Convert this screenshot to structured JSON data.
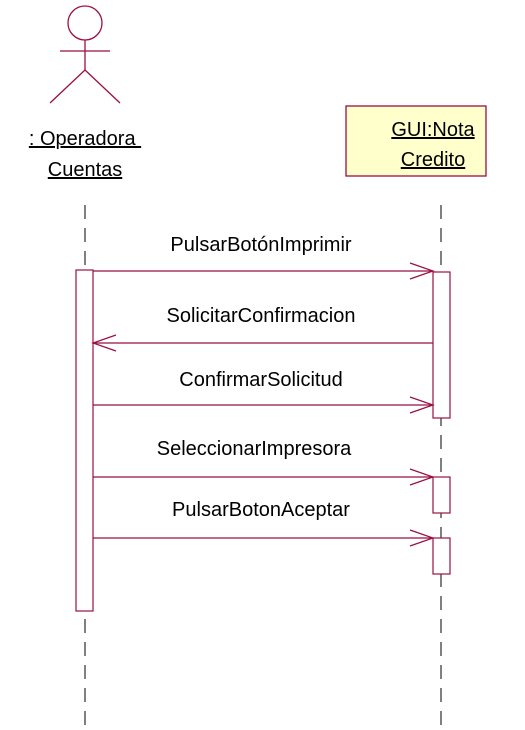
{
  "colors": {
    "lifeline": "#000000",
    "message": "#9b0f44",
    "box_fill": "#ffffcc",
    "box_border": "#9b0f44",
    "background": "#ffffff"
  },
  "actor": {
    "icon": "stick-figure-actor-icon",
    "name_line1": ": Operadora ",
    "name_line2": "Cuentas"
  },
  "object": {
    "name_line1": "GUI:Nota",
    "name_line2": "Credito"
  },
  "messages": [
    {
      "label": "PulsarBotónImprimir",
      "direction": "actor-to-object"
    },
    {
      "label": "SolicitarConfirmacion",
      "direction": "object-to-actor"
    },
    {
      "label": "ConfirmarSolicitud",
      "direction": "actor-to-object"
    },
    {
      "label": "SeleccionarImpresora",
      "direction": "actor-to-object"
    },
    {
      "label": "PulsarBotonAceptar",
      "direction": "actor-to-object"
    }
  ]
}
